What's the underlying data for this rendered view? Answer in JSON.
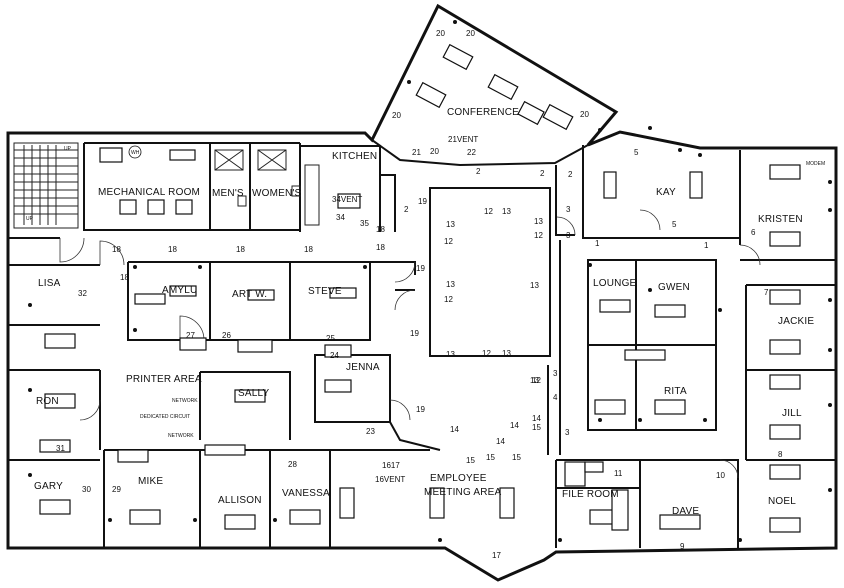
{
  "rooms": {
    "conference": "CONFERENCE",
    "kitchen": "KITCHEN",
    "mechanical": "MECHANICAL ROOM",
    "mens": "MEN'S",
    "womens": "WOMEN'S",
    "kay": "KAY",
    "kristen": "KRISTEN",
    "lounge": "LOUNGE",
    "gwen": "GWEN",
    "jackie": "JACKIE",
    "rita": "RITA",
    "jill": "JILL",
    "noel": "NOEL",
    "dave": "DAVE",
    "file_room": "FILE ROOM",
    "lisa": "LISA",
    "amylu": "AMYLU",
    "art_w": "ART W.",
    "steve": "STEVE",
    "jenna": "JENNA",
    "printer_area": "PRINTER AREA",
    "sally": "SALLY",
    "ron": "RON",
    "gary": "GARY",
    "mike": "MIKE",
    "allison": "ALLISON",
    "vanessa": "VANESSA",
    "employee_meeting": "EMPLOYEE",
    "employee_meeting2": "MEETING AREA"
  },
  "annotations": {
    "vent_21": "21VENT",
    "vent_34": "34VENT",
    "vent_16": "16VENT",
    "network_1": "NETWORK",
    "network_2": "NETWORK",
    "dedicated_circuit": "DEDICATED CIRCUIT",
    "modem": "MODEM",
    "up_1": "UP",
    "up_2": "UP",
    "wh": "WH"
  },
  "numbers": [
    {
      "id": "n20a",
      "text": "20"
    },
    {
      "id": "n20b",
      "text": "20"
    },
    {
      "id": "n20c",
      "text": "20"
    },
    {
      "id": "n20d",
      "text": "20"
    },
    {
      "id": "n21",
      "text": "21"
    },
    {
      "id": "n20e",
      "text": "20"
    },
    {
      "id": "n22",
      "text": "22"
    },
    {
      "id": "n2a",
      "text": "2"
    },
    {
      "id": "n2b",
      "text": "2"
    },
    {
      "id": "n2c",
      "text": "2"
    },
    {
      "id": "n5a",
      "text": "5"
    },
    {
      "id": "n5b",
      "text": "5"
    },
    {
      "id": "n3a",
      "text": "3"
    },
    {
      "id": "n3b",
      "text": "3"
    },
    {
      "id": "n1a",
      "text": "1"
    },
    {
      "id": "n1b",
      "text": "1"
    },
    {
      "id": "n6",
      "text": "6"
    },
    {
      "id": "n7",
      "text": "7"
    },
    {
      "id": "n13a",
      "text": "13"
    },
    {
      "id": "n12a",
      "text": "12"
    },
    {
      "id": "n13b",
      "text": "13"
    },
    {
      "id": "n13c",
      "text": "13"
    },
    {
      "id": "n12b",
      "text": "12"
    },
    {
      "id": "n13d",
      "text": "13"
    },
    {
      "id": "n12c",
      "text": "12"
    },
    {
      "id": "n13e",
      "text": "13"
    },
    {
      "id": "n13f",
      "text": "13"
    },
    {
      "id": "n12d",
      "text": "12"
    },
    {
      "id": "n13g",
      "text": "13"
    },
    {
      "id": "n12e",
      "text": "12"
    },
    {
      "id": "n13h",
      "text": "13"
    },
    {
      "id": "n19a",
      "text": "19"
    },
    {
      "id": "n19b",
      "text": "19"
    },
    {
      "id": "n19c",
      "text": "19"
    },
    {
      "id": "n19d",
      "text": "19"
    },
    {
      "id": "n18a",
      "text": "18"
    },
    {
      "id": "n18b",
      "text": "18"
    },
    {
      "id": "n18c",
      "text": "18"
    },
    {
      "id": "n18d",
      "text": "18"
    },
    {
      "id": "n18e",
      "text": "18"
    },
    {
      "id": "n18f",
      "text": "18"
    },
    {
      "id": "n18g",
      "text": "18"
    },
    {
      "id": "n2d",
      "text": "2"
    },
    {
      "id": "n35",
      "text": "35"
    },
    {
      "id": "n34",
      "text": "34"
    },
    {
      "id": "n32",
      "text": "32"
    },
    {
      "id": "n27",
      "text": "27"
    },
    {
      "id": "n26",
      "text": "26"
    },
    {
      "id": "n25",
      "text": "25"
    },
    {
      "id": "n24",
      "text": "24"
    },
    {
      "id": "n23",
      "text": "23"
    },
    {
      "id": "n31",
      "text": "31"
    },
    {
      "id": "n28",
      "text": "28"
    },
    {
      "id": "n29",
      "text": "29"
    },
    {
      "id": "n30",
      "text": "30"
    },
    {
      "id": "n1617",
      "text": "1617"
    },
    {
      "id": "n14a",
      "text": "14"
    },
    {
      "id": "n14b",
      "text": "14"
    },
    {
      "id": "n14c",
      "text": "14"
    },
    {
      "id": "n14d",
      "text": "14"
    },
    {
      "id": "n15a",
      "text": "15"
    },
    {
      "id": "n15b",
      "text": "15"
    },
    {
      "id": "n15c",
      "text": "15"
    },
    {
      "id": "n15d",
      "text": "15"
    },
    {
      "id": "n17",
      "text": "17"
    },
    {
      "id": "n4",
      "text": "4"
    },
    {
      "id": "n11",
      "text": "11"
    },
    {
      "id": "n10",
      "text": "10"
    },
    {
      "id": "n8",
      "text": "8"
    },
    {
      "id": "n9",
      "text": "9"
    },
    {
      "id": "n3c",
      "text": "3"
    },
    {
      "id": "n3d",
      "text": "3"
    },
    {
      "id": "n12f",
      "text": "12"
    }
  ]
}
